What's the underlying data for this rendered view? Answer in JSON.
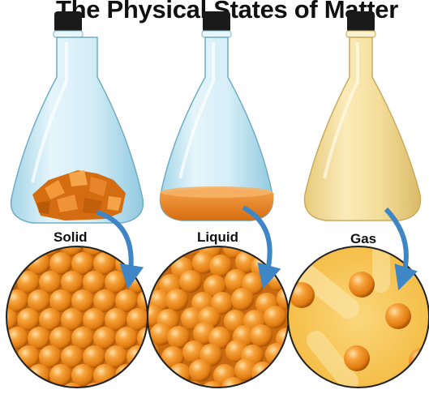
{
  "title": "The Physical States of Matter",
  "states": [
    {
      "label": "Solid"
    },
    {
      "label": "Liquid"
    },
    {
      "label": "Gas"
    }
  ],
  "colors": {
    "particle": "#f08a1a",
    "particle_dark": "#b85a06",
    "particle_light": "#ffd08a",
    "flask_glass": "#cfeaf4",
    "flask_edge": "#7fb6cf",
    "cap": "#1a1a1a",
    "liquid": "#e8821e",
    "gas_fill": "#f2d07a",
    "gas_bg": "#f7c95a",
    "arrow": "#3f86c6"
  }
}
